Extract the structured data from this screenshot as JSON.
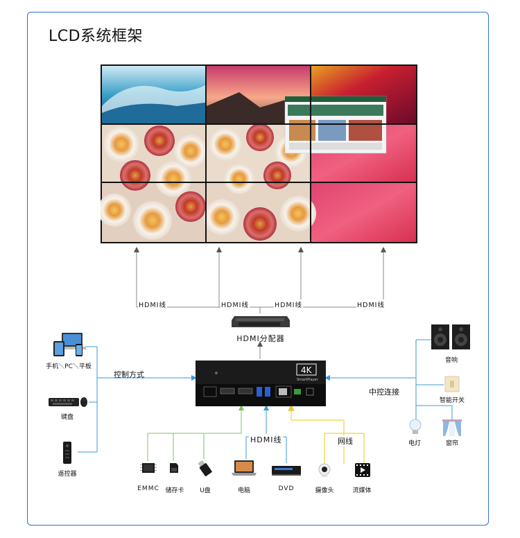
{
  "title": "LCD系统框架",
  "video_wall": {
    "rows": 3,
    "cols": 3
  },
  "hdmi_line_labels": [
    "HDMI线",
    "HDMI线",
    "HDMI线",
    "HDMI线"
  ],
  "splitter": {
    "label": "HDMI分配器"
  },
  "player": {
    "badge": "4K",
    "badge_sub": "SmartPlayer"
  },
  "left_devices": [
    {
      "icon": "laptop-tablet-phone-icon",
      "label": "手机＼PC＼平板"
    },
    {
      "icon": "keyboard-mouse-icon",
      "label": "键盘"
    },
    {
      "icon": "remote-control-icon",
      "label": "遥控器"
    }
  ],
  "control_label": "控制方式",
  "right_devices": [
    {
      "icon": "speaker-icon",
      "label": "音响"
    },
    {
      "icon": "smart-switch-icon",
      "label": "智能开关"
    },
    {
      "icon": "light-bulb-icon",
      "label": "电灯"
    },
    {
      "icon": "curtain-icon",
      "label": "窗帘"
    }
  ],
  "central_control_label": "中控连接",
  "bottom_labels": {
    "hdmi": "HDMI线",
    "network": "网线"
  },
  "bottom_devices": [
    {
      "icon": "emmc-chip-icon",
      "label": "EMMC"
    },
    {
      "icon": "sd-card-icon",
      "label": "储存卡"
    },
    {
      "icon": "usb-drive-icon",
      "label": "U盘"
    },
    {
      "icon": "computer-icon",
      "label": "电脑"
    },
    {
      "icon": "dvd-player-icon",
      "label": "DVD"
    },
    {
      "icon": "camera-icon",
      "label": "摄像头"
    },
    {
      "icon": "streaming-media-icon",
      "label": "流媒体"
    }
  ],
  "colors": {
    "frame": "#2f6ed3",
    "green_line": "#7cc35a",
    "blue_line": "#3a9ad9",
    "yellow_line": "#f0d23a",
    "gray_line": "#8a8a8a"
  }
}
